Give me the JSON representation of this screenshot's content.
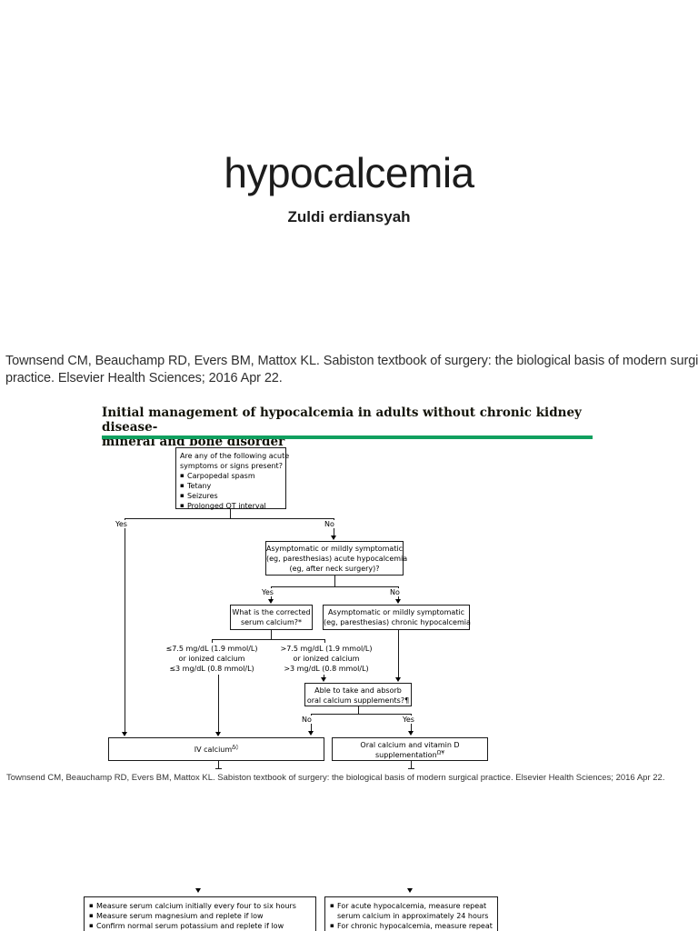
{
  "slide": {
    "title": "hypocalcemia",
    "author": "Zuldi erdiansyah"
  },
  "citation_top": {
    "line1": "Townsend CM, Beauchamp RD, Evers BM, Mattox KL. Sabiston textbook of surgery: the biological basis of modern surgical",
    "line2": "practice. Elsevier Health Sciences; 2016 Apr 22."
  },
  "figure": {
    "title_line1": "Initial management of hypocalcemia in adults without chronic kidney disease-",
    "title_line2": "mineral and bone disorder",
    "accent_color": "#10a05f",
    "labels": {
      "yes": "Yes",
      "no": "No"
    },
    "q_acute": {
      "line1": "Are any of the following acute",
      "line2": "symptoms or signs present?",
      "bullets": [
        "Carpopedal spasm",
        "Tetany",
        "Seizures",
        "Prolonged QT interval"
      ]
    },
    "q_acute_mild": [
      "Asymptomatic or mildly symptomatic",
      "(eg, paresthesias) acute hypocalcemia",
      "(eg, after neck surgery)?"
    ],
    "q_corrected": [
      "What is the corrected",
      "serum calcium?*"
    ],
    "q_chronic_mild": [
      "Asymptomatic or mildly symptomatic",
      "(eg, paresthesias) chronic hypocalcemia"
    ],
    "val_low": [
      "≤7.5 mg/dL (1.9 mmol/L)",
      "or ionized calcium",
      "≤3 mg/dL (0.8 mmol/L)"
    ],
    "val_high": [
      ">7.5 mg/dL (1.9 mmol/L)",
      "or ionized calcium",
      ">3 mg/dL (0.8 mmol/L)"
    ],
    "q_oral": [
      "Able to take and absorb",
      "oral calcium supplements?¶"
    ],
    "iv_calcium": {
      "label": "IV calcium",
      "sup": "Δ◊"
    },
    "oral_calcium": {
      "line1": "Oral calcium and vitamin D",
      "line2": "supplementation",
      "sup": "Ω¥"
    }
  },
  "citation_bottom": "Townsend CM, Beauchamp RD, Evers BM, Mattox KL. Sabiston textbook of surgery: the biological basis of modern surgical practice. Elsevier Health Sciences; 2016 Apr 22.",
  "continuation": {
    "monitor_box": [
      "Measure serum calcium initially every four to six hours",
      "Measure serum magnesium and replete if low",
      "Confirm normal serum potassium and replete if low"
    ],
    "repeat_box": [
      [
        "For acute hypocalcemia, measure repeat",
        "serum calcium in approximately 24 hours"
      ],
      [
        "For chronic hypocalcemia, measure repeat"
      ]
    ]
  }
}
